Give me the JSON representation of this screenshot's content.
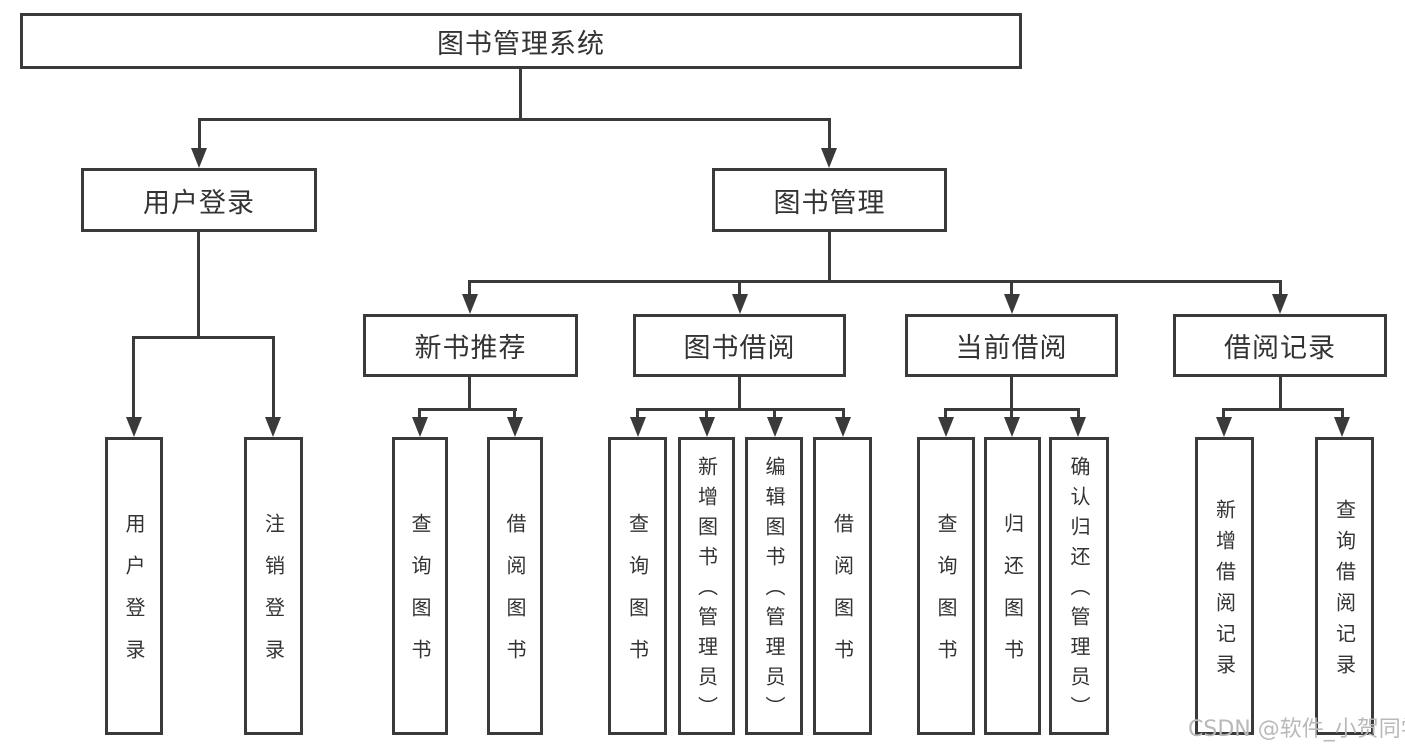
{
  "root": {
    "label": "图书管理系统"
  },
  "branches": [
    {
      "label": "用户登录",
      "children": [
        {
          "label": "用户登录"
        },
        {
          "label": "注销登录"
        }
      ]
    },
    {
      "label": "图书管理",
      "children": [
        {
          "label": "新书推荐",
          "children": [
            {
              "label": "查询图书"
            },
            {
              "label": "借阅图书"
            }
          ]
        },
        {
          "label": "图书借阅",
          "children": [
            {
              "label": "查询图书"
            },
            {
              "label": "新增图书（管理员）"
            },
            {
              "label": "编辑图书（管理员）"
            },
            {
              "label": "借阅图书"
            }
          ]
        },
        {
          "label": "当前借阅",
          "children": [
            {
              "label": "查询图书"
            },
            {
              "label": "归还图书"
            },
            {
              "label": "确认归还（管理员）"
            }
          ]
        },
        {
          "label": "借阅记录",
          "children": [
            {
              "label": "新增借阅记录"
            },
            {
              "label": "查询借阅记录"
            }
          ]
        }
      ]
    }
  ],
  "watermark": "CSDN @软件_小贺同学",
  "colors": {
    "line": "#3a3a3a",
    "text": "#333333",
    "watermark": "#b9b9b9",
    "background": "#ffffff"
  }
}
